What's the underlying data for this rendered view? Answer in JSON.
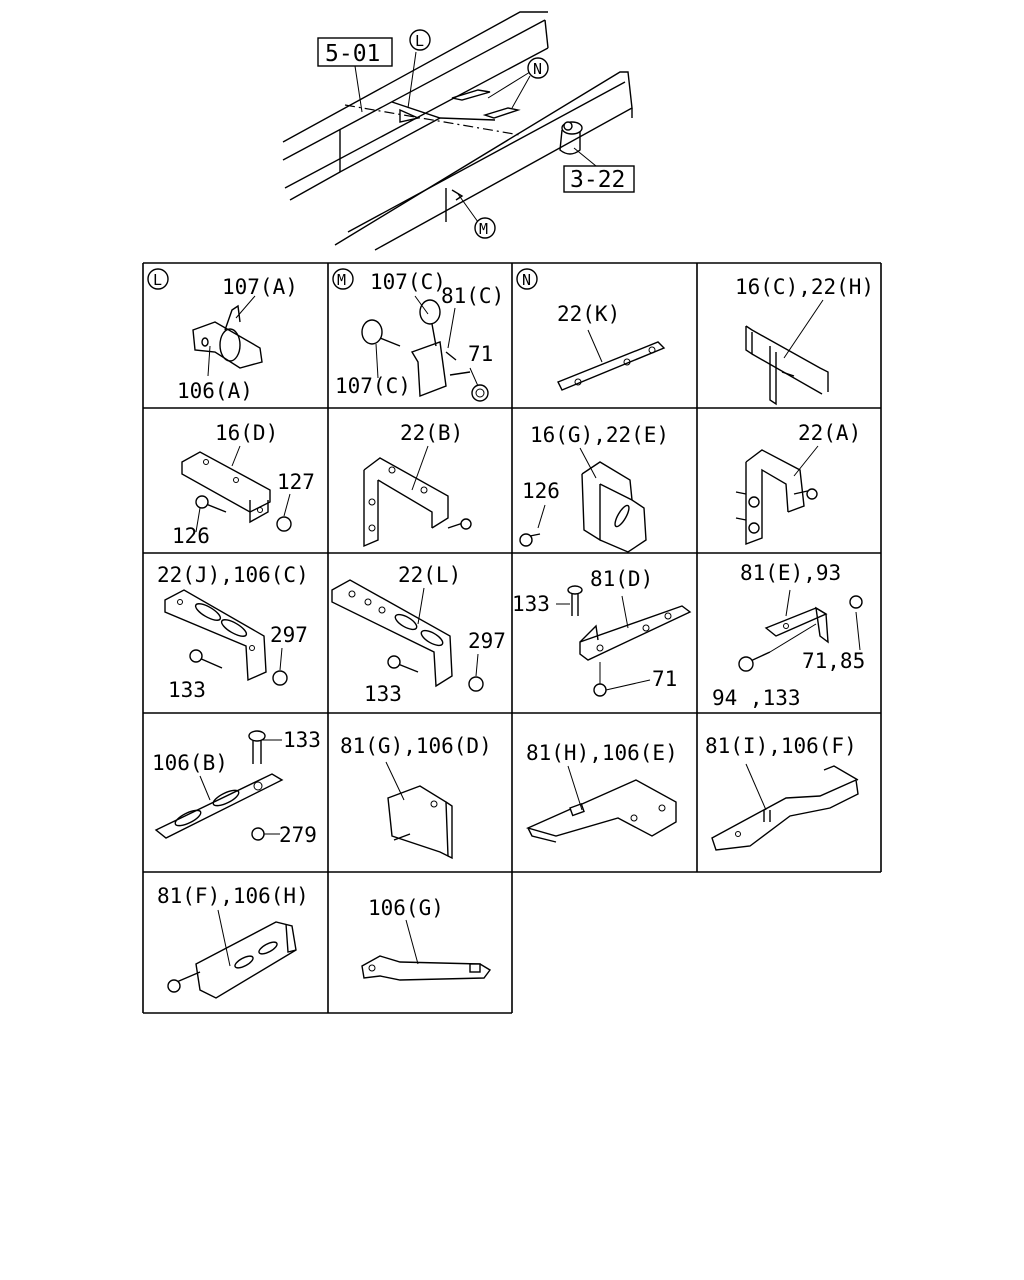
{
  "overview": {
    "ref_5_01": "5-01",
    "ref_3_22": "3-22",
    "callout_L": "L",
    "callout_M": "M",
    "callout_N": "N"
  },
  "cells": {
    "L": {
      "marker": "L",
      "labels": [
        "107(A)",
        "106(A)"
      ]
    },
    "M": {
      "marker": "M",
      "labels": [
        "107(C)",
        "81(C)",
        "71",
        "107(C)"
      ]
    },
    "N": {
      "marker": "N",
      "labels": [
        "22(K)"
      ]
    },
    "r1c4": {
      "labels": [
        "16(C),22(H)"
      ]
    },
    "r2c1": {
      "labels": [
        "16(D)",
        "127",
        "126"
      ]
    },
    "r2c2": {
      "labels": [
        "22(B)"
      ]
    },
    "r2c3": {
      "labels": [
        "16(G),22(E)",
        "126"
      ]
    },
    "r2c4": {
      "labels": [
        "22(A)"
      ]
    },
    "r3c1": {
      "labels": [
        "22(J),106(C)",
        "297",
        "133"
      ]
    },
    "r3c2": {
      "labels": [
        "22(L)",
        "297",
        "133"
      ]
    },
    "r3c3": {
      "labels": [
        "81(D)",
        "133",
        "71"
      ]
    },
    "r3c4": {
      "labels": [
        "81(E),93",
        "71,85",
        "94 ,133"
      ]
    },
    "r4c1": {
      "labels": [
        "106(B)",
        "133",
        "279"
      ]
    },
    "r4c2": {
      "labels": [
        "81(G),106(D)"
      ]
    },
    "r4c3": {
      "labels": [
        "81(H),106(E)"
      ]
    },
    "r4c4": {
      "labels": [
        "81(I),106(F)"
      ]
    },
    "r5c1": {
      "labels": [
        "81(F),106(H)"
      ]
    },
    "r5c2": {
      "labels": [
        "106(G)"
      ]
    }
  }
}
